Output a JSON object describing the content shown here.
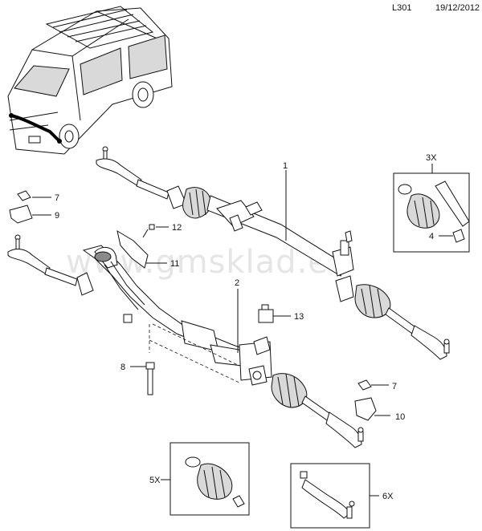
{
  "header": {
    "code": "L301",
    "date": "19/12/2012"
  },
  "watermark": "www.gmsklad.eu",
  "callouts": {
    "c1": "1",
    "c2": "2",
    "c3x": "3X",
    "c4": "4",
    "c5x": "5X",
    "c6x": "6X",
    "c7a": "7",
    "c7b": "7",
    "c8": "8",
    "c9": "9",
    "c10": "10",
    "c11": "11",
    "c12": "12",
    "c13": "13"
  },
  "colors": {
    "line": "#111111",
    "highlight": "#000000",
    "watermark": "#cfcfcf"
  }
}
